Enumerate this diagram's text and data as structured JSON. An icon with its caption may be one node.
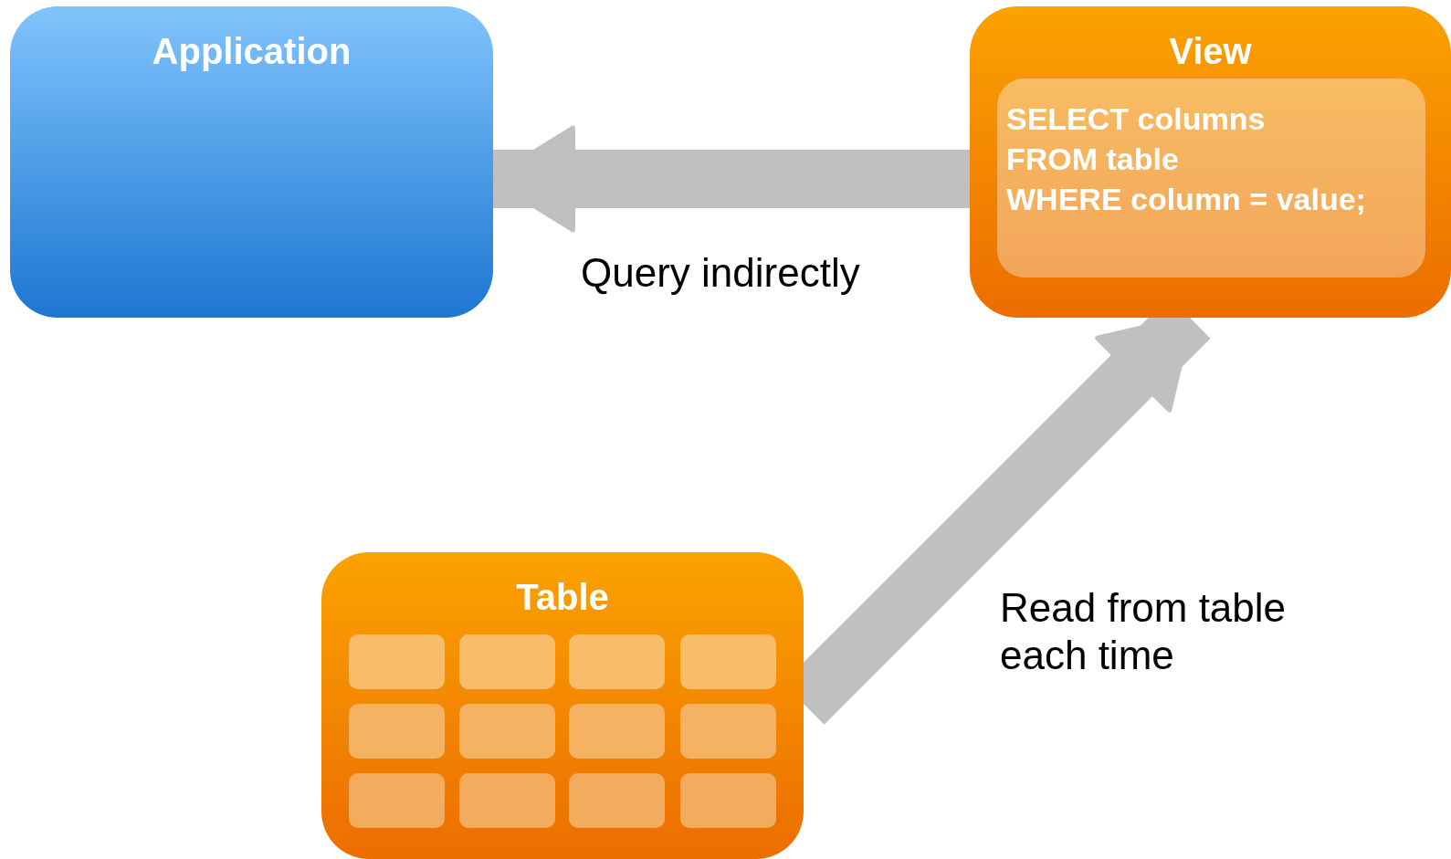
{
  "diagram": {
    "nodes": [
      {
        "text": [
          "Application"
        ]
      },
      {
        "text": [
          "View"
        ]
      },
      {
        "text": [
          "SELECT columns",
          "FROM table",
          "WHERE column = value;"
        ],
        "in": 1
      },
      {
        "text": [
          "Table"
        ]
      },
      {
        "text": [],
        "shape": "box",
        "in": 3
      },
      {
        "text": [],
        "shape": "box",
        "in": 3
      },
      {
        "text": [],
        "shape": "box",
        "in": 3
      },
      {
        "text": [],
        "shape": "box",
        "in": 3
      },
      {
        "text": [],
        "shape": "box",
        "in": 3
      },
      {
        "text": [],
        "shape": "box",
        "in": 3
      },
      {
        "text": [],
        "shape": "box",
        "in": 3
      },
      {
        "text": [],
        "shape": "box",
        "in": 3
      },
      {
        "text": [],
        "shape": "box",
        "in": 3
      },
      {
        "text": [],
        "shape": "box",
        "in": 3
      },
      {
        "text": [],
        "shape": "box",
        "in": 3
      },
      {
        "text": [],
        "shape": "box",
        "in": 3
      }
    ],
    "edges": [
      {
        "from": 1,
        "to": 0,
        "arrow": "to",
        "label": "Query indirectly"
      },
      {
        "from": 3,
        "to": 1,
        "arrow": "to",
        "label": "Read from table each time"
      }
    ]
  }
}
